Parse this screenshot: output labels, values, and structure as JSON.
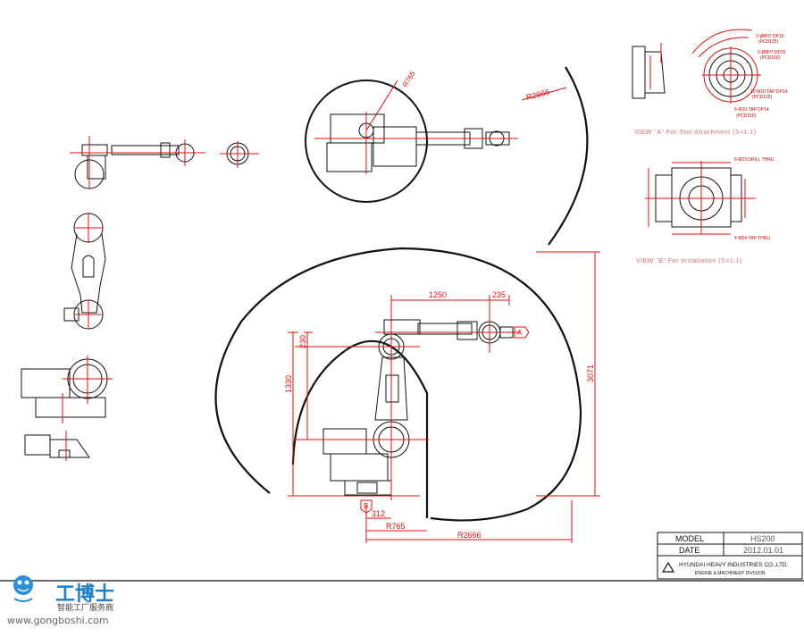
{
  "dimensions": {
    "reach_radius_outer": "R2666",
    "reach_radius_view_top": "R765",
    "arm_length": "1250",
    "wrist_offset": "235",
    "upper_offset": "230",
    "lower_arm_height": "1330",
    "total_height": "3071",
    "base_offset": "312",
    "radius_inner": "R765",
    "radius_outer_bottom": "R2666"
  },
  "markers": {
    "view_a": "A",
    "view_b": "B"
  },
  "view_a": {
    "notes": [
      "2-Ø8H7 DP16",
      "(PCD125)",
      "2-Ø8H7 DP20",
      "(PCD160)",
      "10-M10 TAP DP14",
      "(PCD125)",
      "6-M10 TAP DP14",
      "(PCD160)"
    ],
    "caption": "VIEW \"A\" For Tool Attachment (S=1:1)"
  },
  "view_b": {
    "notes": [
      "8-Ø23 DRILL THRU",
      "4-M24 TAP THRU"
    ],
    "caption": "VIEW \"B\" For Installation (S=1:1)"
  },
  "title_block": {
    "model_label": "MODEL",
    "model_value": "HS200",
    "date_label": "DATE",
    "date_value": "2012.01.01",
    "company": "HYUNDAI HEAVY INDUSTRIES CO.,LTD.",
    "division": "ENGINE & MACHINERY DIVISION"
  },
  "watermark": {
    "brand_cn": "工博士",
    "subtitle_cn": "智能工厂服务商",
    "url": "www.gongboshi.com"
  },
  "colors": {
    "line": "#111111",
    "dimension": "#dd1111",
    "caption": "#e06a6a",
    "watermark_blue": "#2a8fd6"
  }
}
